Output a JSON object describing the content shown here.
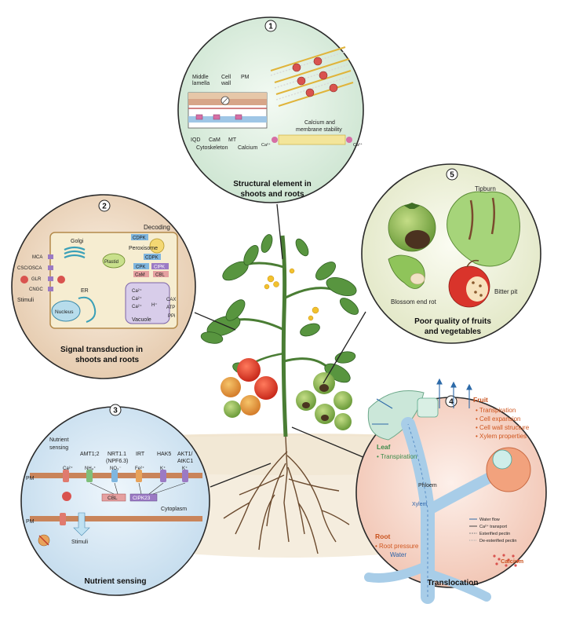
{
  "panel1": {
    "number": "1",
    "title_line1": "Structural element in",
    "title_line2": "shoots and roots",
    "labels": {
      "middle": "Middle",
      "lamella": "lamella",
      "cell": "Cell",
      "wall": "wall",
      "pm": "PM",
      "iqd": "IQD",
      "cam": "CaM",
      "mt": "MT",
      "cytoskeleton": "Cytoskeleton",
      "calcium": "Calcium",
      "stability1": "Calcium and",
      "stability2": "membrane stability",
      "ca_left": "Ca²⁺",
      "ca_right": "Ca²⁺"
    }
  },
  "panel2": {
    "number": "2",
    "title_line1": "Signal transduction in",
    "title_line2": "shoots and roots",
    "labels": {
      "decoding": "Decoding",
      "golgi": "Golgi",
      "mca": "MCA",
      "csc": "CSC/OSCA",
      "glr": "GLR",
      "cngc": "CNGC",
      "stimuli": "Stimuli",
      "er": "ER",
      "nucleus": "Nucleus",
      "plastid": "Plastid",
      "peroxisome": "Peroxisome",
      "cdpk1": "CDPK",
      "cdpk2": "CDPK",
      "cpk": "CPK",
      "cipk": "CIPK",
      "cam": "CaM",
      "cbl": "CBL",
      "vacuole": "Vacuole",
      "cax": "CAX",
      "atp": "ATP",
      "ppi": "PPi",
      "ca": "Ca²⁺",
      "hplus": "H⁺"
    }
  },
  "panel3": {
    "number": "3",
    "title": "Nutrient sensing",
    "labels": {
      "nutrient": "Nutrient",
      "sensing": "sensing",
      "pm1": "PM",
      "pm2": "PM",
      "amt": "AMT1;2",
      "nrt1": "NRT1.1",
      "nrt2": "(NPF6.3)",
      "irt": "IRT",
      "hak": "HAK5",
      "akt1": "AKT1/",
      "akt2": "AtKC1",
      "ca": "Ca²⁺",
      "nh4": "NH₄⁺",
      "no3": "NO₃⁻",
      "fe": "Fe²⁺",
      "k1": "K⁺",
      "k2": "K⁺",
      "cbl": "CBL",
      "cipk": "CIPK23",
      "cytoplasm": "Cytoplasm",
      "stimuli": "Stimuli"
    }
  },
  "panel4": {
    "number": "4",
    "title": "Translocation",
    "fruit_title": "Fruit",
    "fruit_items": [
      "• Transpiration",
      "• Cell expansion",
      "• Cell wall structure",
      "• Xylem properties"
    ],
    "leaf_title": "Leaf",
    "leaf_item": "• Transpiration",
    "root_title": "Root",
    "root_item": "• Root pressure",
    "phloem": "Phloem",
    "xylem": "Xylem",
    "water": "Water",
    "calcium": "Calcium",
    "legend": [
      "Water flow",
      "Ca²⁺ transport",
      "Esterified pectin",
      "De-esterified pectin"
    ]
  },
  "panel5": {
    "number": "5",
    "title_line1": "Poor quality of fruits",
    "title_line2": "and vegetables",
    "tipburn": "Tipburn",
    "blossom": "Blossom end rot",
    "bitterpit": "Bitter pit"
  },
  "colors": {
    "panel1_bg": "#e3f1e5",
    "panel2_bg": "#f2e2cf",
    "panel3_bg": "#dcebf6",
    "panel4_bg": "#f8ddd3",
    "panel5_bg": "#f4f6e4",
    "soil": "#e9d9c0",
    "tomato": "#e2402a",
    "leaf": "#4d8a3a"
  }
}
